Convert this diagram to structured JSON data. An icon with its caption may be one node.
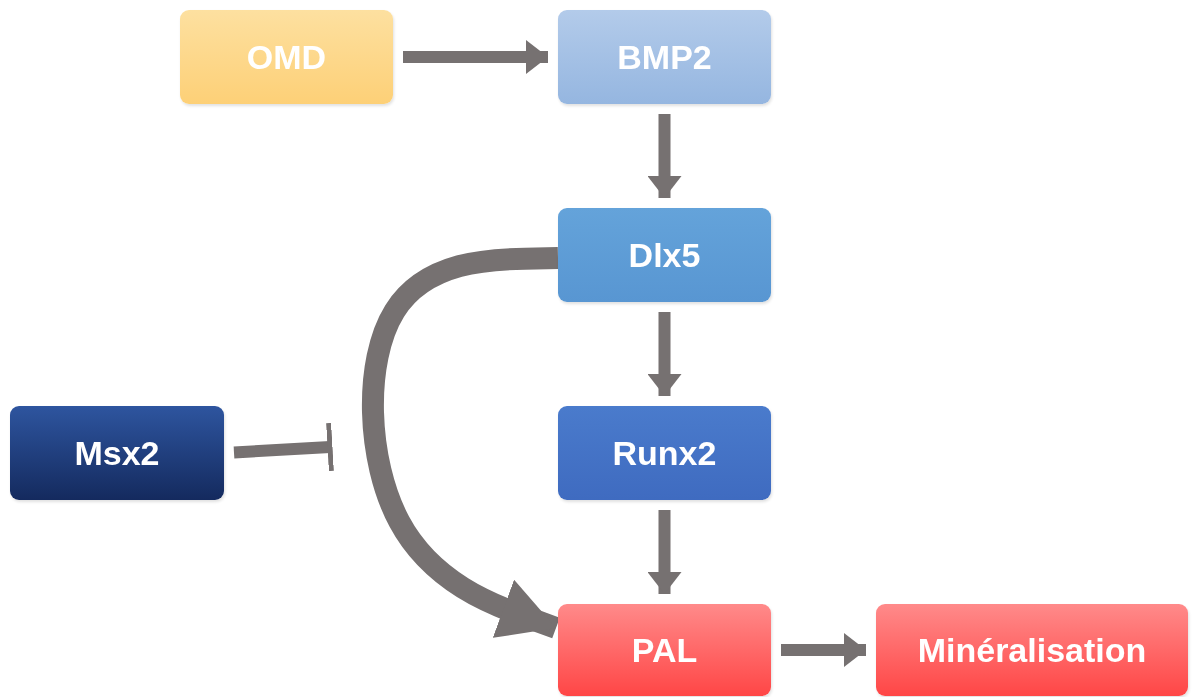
{
  "diagram": {
    "nodes": [
      {
        "text": [
          "OMD"
        ]
      },
      {
        "text": [
          "BMP2"
        ]
      },
      {
        "text": [
          "Dlx5"
        ]
      },
      {
        "text": [
          "Runx2"
        ]
      },
      {
        "text": [
          "PAL"
        ]
      },
      {
        "text": [
          "Minéralisation"
        ]
      },
      {
        "text": [
          "Msx2"
        ]
      }
    ],
    "edges": [
      {
        "from": 0,
        "to": 1,
        "arrow": "to"
      },
      {
        "from": 1,
        "to": 2,
        "arrow": "to"
      },
      {
        "from": 2,
        "to": 3,
        "arrow": "to"
      },
      {
        "from": 3,
        "to": 4,
        "arrow": "to"
      },
      {
        "from": 4,
        "to": 5,
        "arrow": "to"
      },
      {
        "from": 2,
        "to": 4,
        "arrow": "to",
        "style": "thick"
      },
      {
        "from": 6,
        "to": null,
        "arrow": "other"
      }
    ]
  }
}
